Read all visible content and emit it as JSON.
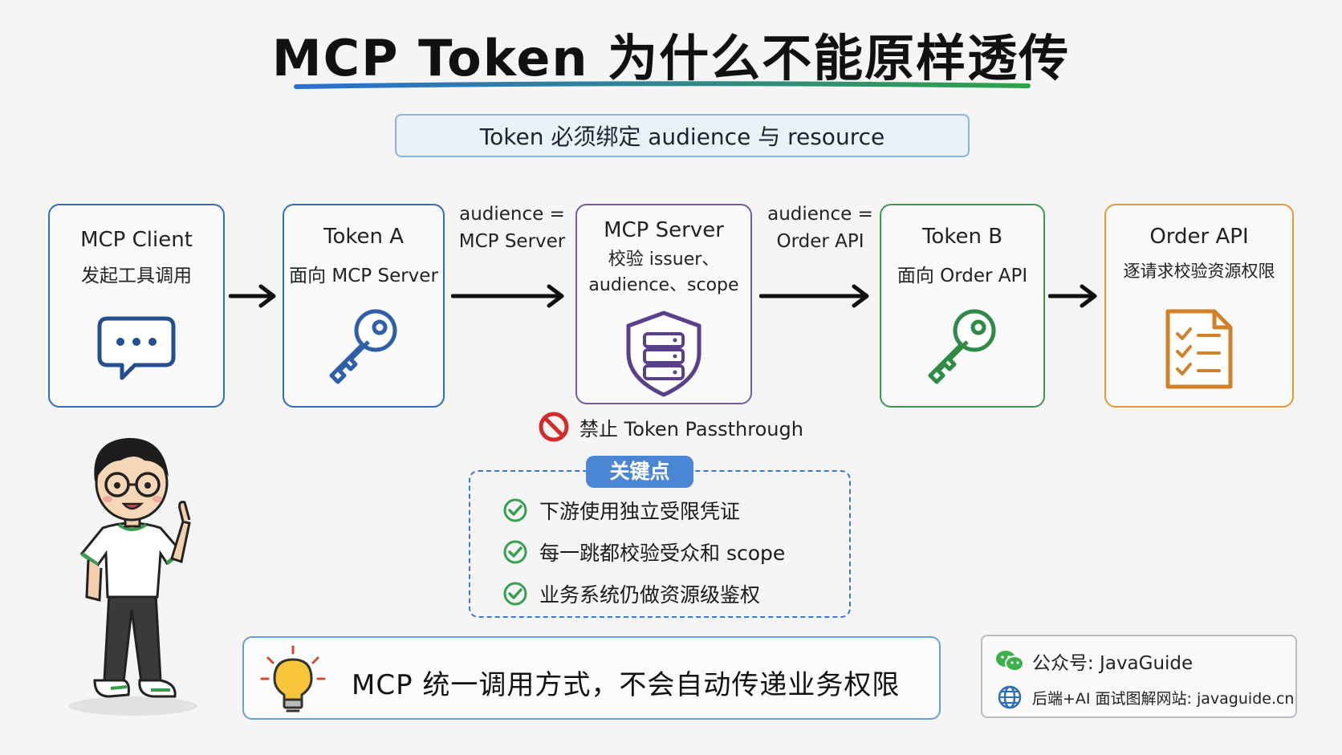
{
  "title": "MCP Token 为什么不能原样透传",
  "subtitle": "Token 必须绑定 audience 与 resource",
  "nodes": {
    "client": {
      "line1": "MCP Client",
      "line2": "发起工具调用",
      "icon": "chat-bubble-icon",
      "color": "#2f6fb8"
    },
    "token_a": {
      "line1": "Token A",
      "line2": "面向 MCP Server",
      "icon": "key-icon",
      "color": "#2f6fb8"
    },
    "server": {
      "line1": "MCP Server",
      "line2": "校验 issuer、",
      "line3": "audience、scope",
      "icon": "shield-server-icon",
      "color": "#7759a8"
    },
    "token_b": {
      "line1": "Token B",
      "line2": "面向 Order API",
      "icon": "key-icon",
      "color": "#3c9a4e"
    },
    "order": {
      "line1": "Order API",
      "line2": "逐请求校验资源权限",
      "icon": "checklist-icon",
      "color": "#e29a37"
    }
  },
  "edges": {
    "a_to_server": {
      "line1": "audience =",
      "line2": "MCP Server"
    },
    "server_to_b": {
      "line1": "audience =",
      "line2": "Order API"
    }
  },
  "no_passthrough": "禁止 Token Passthrough",
  "key_points": {
    "tag": "关键点",
    "items": [
      "下游使用独立受限凭证",
      "每一跳都校验受众和 scope",
      "业务系统仍做资源级鉴权"
    ]
  },
  "bottom_note": "MCP 统一调用方式，不会自动传递业务权限",
  "footer": {
    "line1": "公众号: JavaGuide",
    "line2": "后端+AI 面试图解网站: javaguide.cn"
  }
}
